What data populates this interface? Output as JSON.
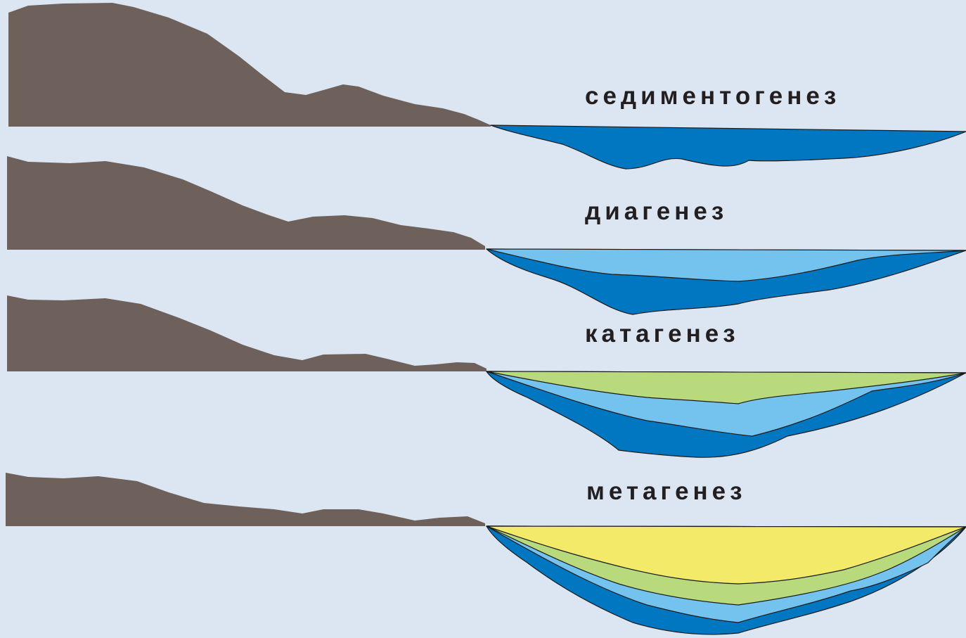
{
  "diagram": {
    "colors": {
      "background": "#dce6f2",
      "land": "#6e615b",
      "layer_dark_blue": "#0077c0",
      "layer_light_blue": "#74c2ee",
      "layer_green": "#b9d97d",
      "layer_yellow": "#f3ea6a",
      "outline": "#1a1a1a"
    },
    "stages": [
      {
        "label": "седиментогенез",
        "layers": [
          "layer_dark_blue"
        ]
      },
      {
        "label": "диагенез",
        "layers": [
          "layer_dark_blue",
          "layer_light_blue"
        ]
      },
      {
        "label": "катагенез",
        "layers": [
          "layer_dark_blue",
          "layer_light_blue",
          "layer_green"
        ]
      },
      {
        "label": "метагенез",
        "layers": [
          "layer_dark_blue",
          "layer_light_blue",
          "layer_green",
          "layer_yellow"
        ]
      }
    ]
  }
}
